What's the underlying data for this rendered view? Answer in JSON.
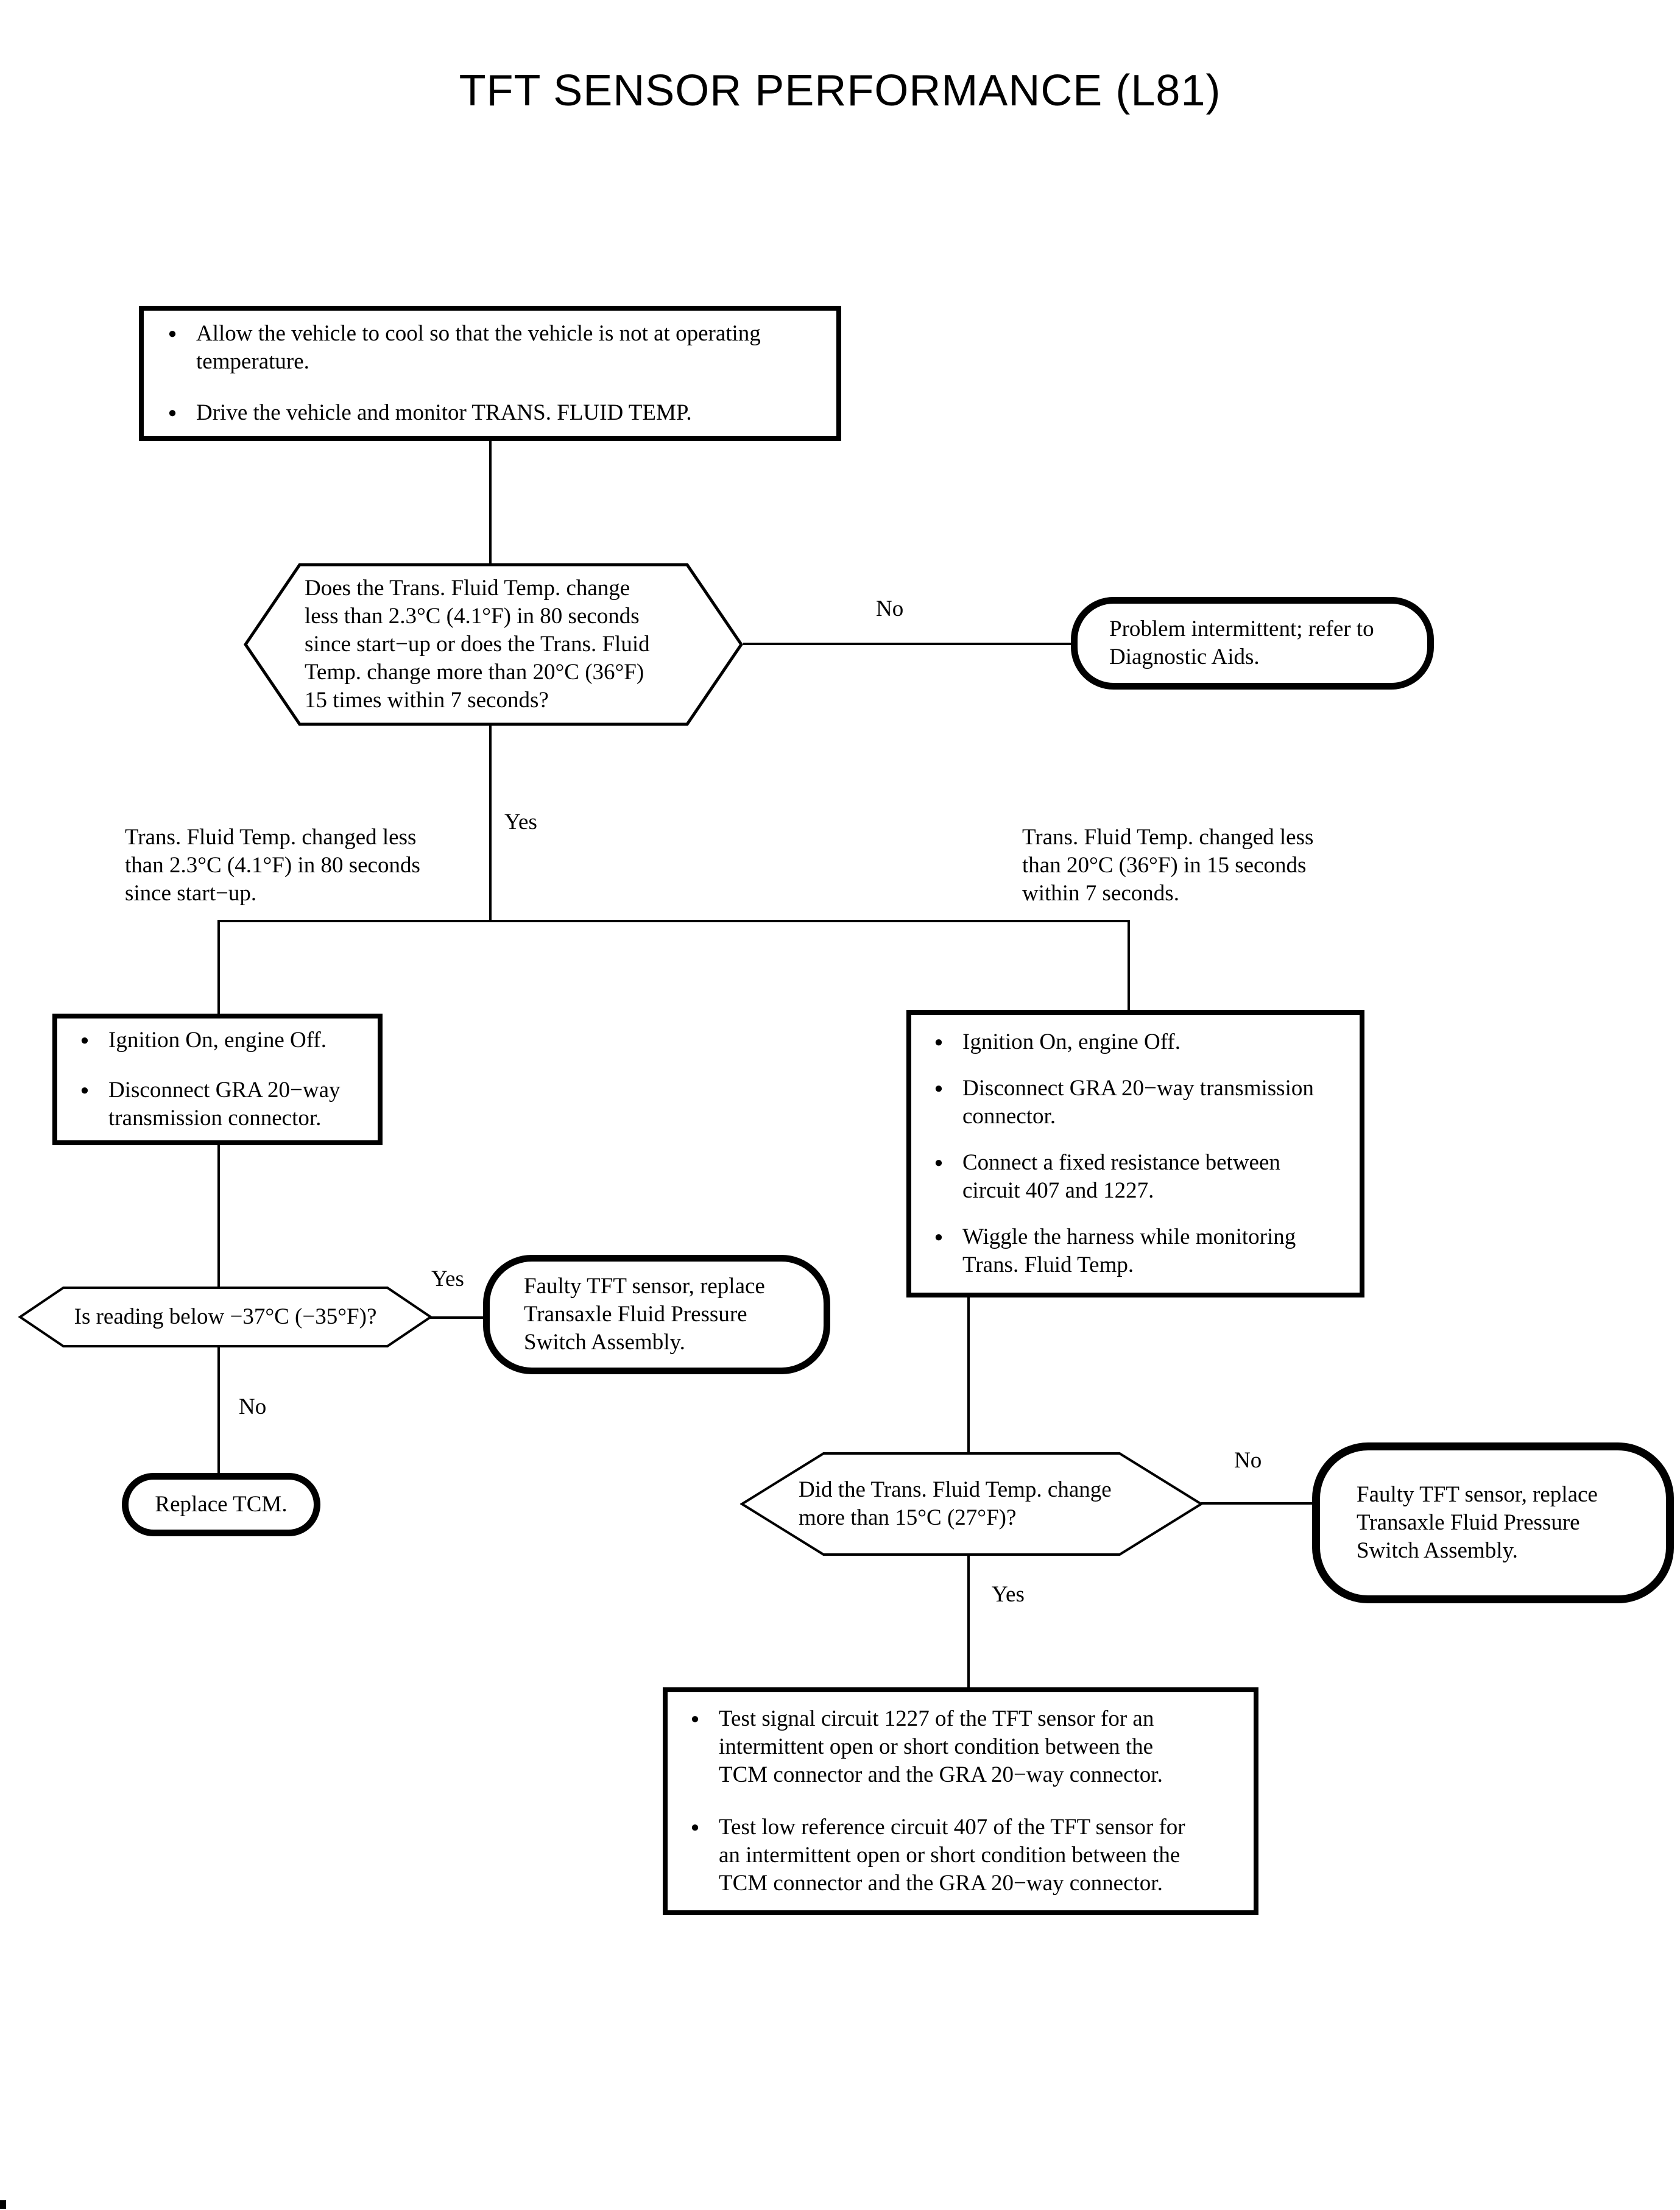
{
  "page": {
    "title": "TFT SENSOR PERFORMANCE (L81)"
  },
  "colors": {
    "ink": "#000000",
    "paper": "#ffffff"
  },
  "icons": {
    "bullet": "●"
  },
  "edge_labels": {
    "no_main": "No",
    "yes_main": "Yes",
    "yes_reading": "Yes",
    "no_reading": "No",
    "no_change": "No",
    "yes_change": "Yes"
  },
  "nodes": {
    "prep_box": {
      "bullets": [
        {
          "lines": [
            "Allow the vehicle to cool so that the vehicle is not at operating",
            "temperature."
          ]
        },
        {
          "lines": [
            "Drive the vehicle and monitor TRANS. FLUID TEMP."
          ]
        }
      ]
    },
    "decision_main": {
      "lines": [
        "Does the Trans. Fluid Temp. change",
        "less than 2.3°C (4.1°F) in 80 seconds",
        "since start−up or does the Trans. Fluid",
        "Temp. change more than 20°C (36°F)",
        "15 times within 7 seconds?"
      ]
    },
    "terminal_intermittent": {
      "lines": [
        "Problem intermittent; refer to",
        "Diagnostic Aids."
      ]
    },
    "branch_left_note": {
      "lines": [
        "Trans. Fluid Temp. changed less",
        "than 2.3°C (4.1°F) in 80 seconds",
        "since start−up."
      ]
    },
    "branch_right_note": {
      "lines": [
        "Trans. Fluid Temp. changed less",
        "than 20°C (36°F) in 15 seconds",
        "within 7 seconds."
      ]
    },
    "left_action_box": {
      "bullets": [
        {
          "lines": [
            "Ignition On, engine Off."
          ]
        },
        {
          "lines": [
            "Disconnect GRA 20−way",
            "transmission connector."
          ]
        }
      ]
    },
    "decision_reading": {
      "lines": [
        "Is reading below −37°C (−35°F)?"
      ]
    },
    "terminal_faulty_left": {
      "lines": [
        "Faulty TFT sensor, replace",
        "Transaxle Fluid Pressure",
        "Switch Assembly."
      ]
    },
    "terminal_replace_tcm": {
      "lines": [
        "Replace TCM."
      ]
    },
    "right_action_box": {
      "bullets": [
        {
          "lines": [
            "Ignition On, engine Off."
          ]
        },
        {
          "lines": [
            "Disconnect GRA 20−way transmission",
            "connector."
          ]
        },
        {
          "lines": [
            "Connect a fixed resistance between",
            "circuit 407 and 1227."
          ]
        },
        {
          "lines": [
            "Wiggle the harness while monitoring",
            "Trans. Fluid Temp."
          ]
        }
      ]
    },
    "decision_change": {
      "lines": [
        "Did the Trans. Fluid Temp. change",
        "more than 15°C (27°F)?"
      ]
    },
    "terminal_faulty_right": {
      "lines": [
        "Faulty TFT sensor, replace",
        "Transaxle Fluid Pressure",
        "Switch Assembly."
      ]
    },
    "test_box": {
      "bullets": [
        {
          "lines": [
            "Test signal circuit 1227 of the TFT sensor for an",
            "intermittent open or short condition between the",
            "TCM connector and the GRA 20−way connector."
          ]
        },
        {
          "lines": [
            "Test low reference circuit 407 of the TFT sensor for",
            "an intermittent open or short condition between the",
            "TCM connector and the GRA 20−way connector."
          ]
        }
      ]
    }
  }
}
